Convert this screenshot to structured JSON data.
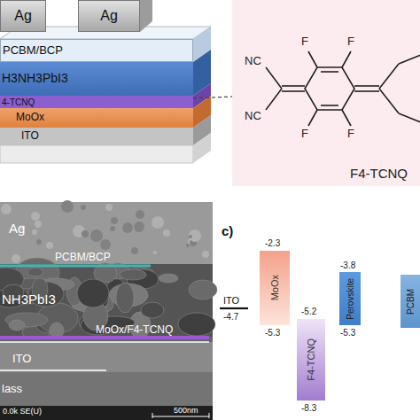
{
  "diagram": {
    "nodes": [
      {
        "text": [
          "Ag"
        ]
      },
      {
        "text": [
          "Ag"
        ]
      },
      {
        "text": [
          "PCBM/BCP"
        ]
      },
      {
        "text": [
          "H3NH3PbI3"
        ]
      },
      {
        "text": [
          "4-TCNQ"
        ]
      },
      {
        "text": [
          "MoOx"
        ]
      },
      {
        "text": [
          "ITO"
        ]
      },
      {
        "text": [
          "F4-TCNQ"
        ]
      },
      {
        "text": [
          "MoOx"
        ]
      },
      {
        "text": [
          "F4-TCNQ"
        ]
      },
      {
        "text": [
          "Perovskite"
        ]
      },
      {
        "text": [
          "PCBM"
        ]
      }
    ],
    "edges": [
      {
        "from": 4,
        "to": 7,
        "arrow": "none"
      }
    ],
    "labels": [
      "NC",
      "NC",
      "F",
      "F",
      "F",
      "F",
      "Ag",
      "PCBM/BCP",
      "NH3PbI3",
      "MoOx/F4-TCNQ",
      "ITO",
      "lass",
      "0.0k SE(U)",
      "500nm",
      "c)",
      "ITO",
      "-4.7",
      "-2.3",
      "-5.3",
      "-5.2",
      "-8.3",
      "-3.8",
      "-5.3"
    ]
  }
}
